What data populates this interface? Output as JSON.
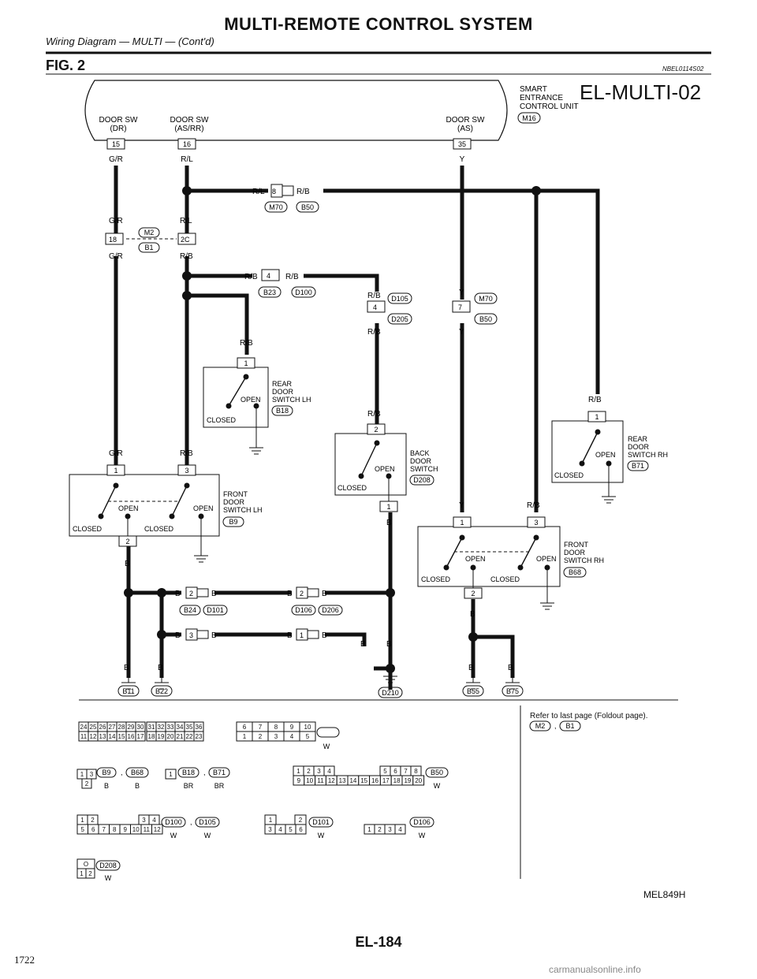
{
  "header": {
    "title": "MULTI-REMOTE CONTROL SYSTEM",
    "subtitle": "Wiring Diagram — MULTI — (Cont'd)",
    "figure": "FIG. 2",
    "code_small": "NBEL0114S02",
    "diagram_id": "EL-MULTI-02"
  },
  "unit": {
    "line1": "SMART",
    "line2": "ENTRANCE",
    "line3": "CONTROL UNIT",
    "connector": "M16"
  },
  "unit_pins": [
    {
      "name": "DOOR SW",
      "sub": "(DR)",
      "pin": "15",
      "wire": "G/R"
    },
    {
      "name": "DOOR SW",
      "sub": "(AS/RR)",
      "pin": "16",
      "wire": "R/L"
    },
    {
      "name": "DOOR SW",
      "sub": "(AS)",
      "pin": "35",
      "wire": "Y"
    }
  ],
  "wires": {
    "gr": "G/R",
    "rl": "R/L",
    "rb": "R/B",
    "y": "Y",
    "b": "B"
  },
  "connectors": {
    "m70": "M70",
    "b50": "B50",
    "m2": "M2",
    "b1": "B1",
    "b23": "B23",
    "d100": "D100",
    "d105": "D105",
    "d205": "D205",
    "b18": "B18",
    "b9": "B9",
    "d208": "D208",
    "b71": "B71",
    "b68": "B68",
    "b24": "B24",
    "d101": "D101",
    "d106": "D106",
    "d206": "D206",
    "b11": "B11",
    "b22": "B22",
    "d210": "D210",
    "b55": "B55",
    "b75": "B75"
  },
  "pins": {
    "p8": "8",
    "p18": "18",
    "p2c": "2C",
    "p4": "4",
    "p7": "7",
    "p1": "1",
    "p2": "2",
    "p3": "3"
  },
  "switches": {
    "rear_lh": {
      "l1": "REAR",
      "l2": "DOOR",
      "l3": "SWITCH LH"
    },
    "back": {
      "l1": "BACK",
      "l2": "DOOR",
      "l3": "SWITCH"
    },
    "rear_rh": {
      "l1": "REAR",
      "l2": "DOOR",
      "l3": "SWITCH RH"
    },
    "front_lh": {
      "l1": "FRONT",
      "l2": "DOOR",
      "l3": "SWITCH LH"
    },
    "front_rh": {
      "l1": "FRONT",
      "l2": "DOOR",
      "l3": "SWITCH RH"
    },
    "open": "OPEN",
    "closed": "CLOSED"
  },
  "connector_views": {
    "m16_top": [
      "24",
      "25",
      "26",
      "27",
      "28",
      "29",
      "30",
      "31",
      "32",
      "33",
      "34",
      "35",
      "36"
    ],
    "m16_bottom": [
      "11",
      "12",
      "13",
      "14",
      "15",
      "16",
      "17",
      "18",
      "19",
      "20",
      "21",
      "22",
      "23"
    ],
    "m16_right_top": [
      "6",
      "7",
      "8",
      "9",
      "10"
    ],
    "m16_right_bottom": [
      "1",
      "2",
      "3",
      "4",
      "5"
    ],
    "b9_pins": [
      "1",
      "3",
      "2"
    ],
    "b18_pin": "1",
    "b50_top": [
      "1",
      "2",
      "3",
      "4",
      "5",
      "6",
      "7",
      "8"
    ],
    "b50_bottom": [
      "9",
      "10",
      "11",
      "12",
      "13",
      "14",
      "15",
      "16",
      "17",
      "18",
      "19",
      "20"
    ],
    "d100_top": [
      "1",
      "2",
      "3",
      "4"
    ],
    "d100_bottom": [
      "5",
      "6",
      "7",
      "8",
      "9",
      "10",
      "11",
      "12"
    ],
    "d101_top": [
      "1",
      "2"
    ],
    "d101_bottom": [
      "3",
      "4",
      "5",
      "6"
    ],
    "d106_bottom": [
      "1",
      "2",
      "3",
      "4"
    ],
    "d208_top": "O",
    "d208_bottom": [
      "1",
      "2"
    ],
    "color_w": "W",
    "color_b": "B",
    "color_br": "BR",
    "sep": ","
  },
  "refer": "Refer to last page (Foldout page).",
  "footer": {
    "code": "MEL849H",
    "page": "EL-184",
    "print_number": "1722",
    "watermark": "carmanualsonline.info"
  }
}
